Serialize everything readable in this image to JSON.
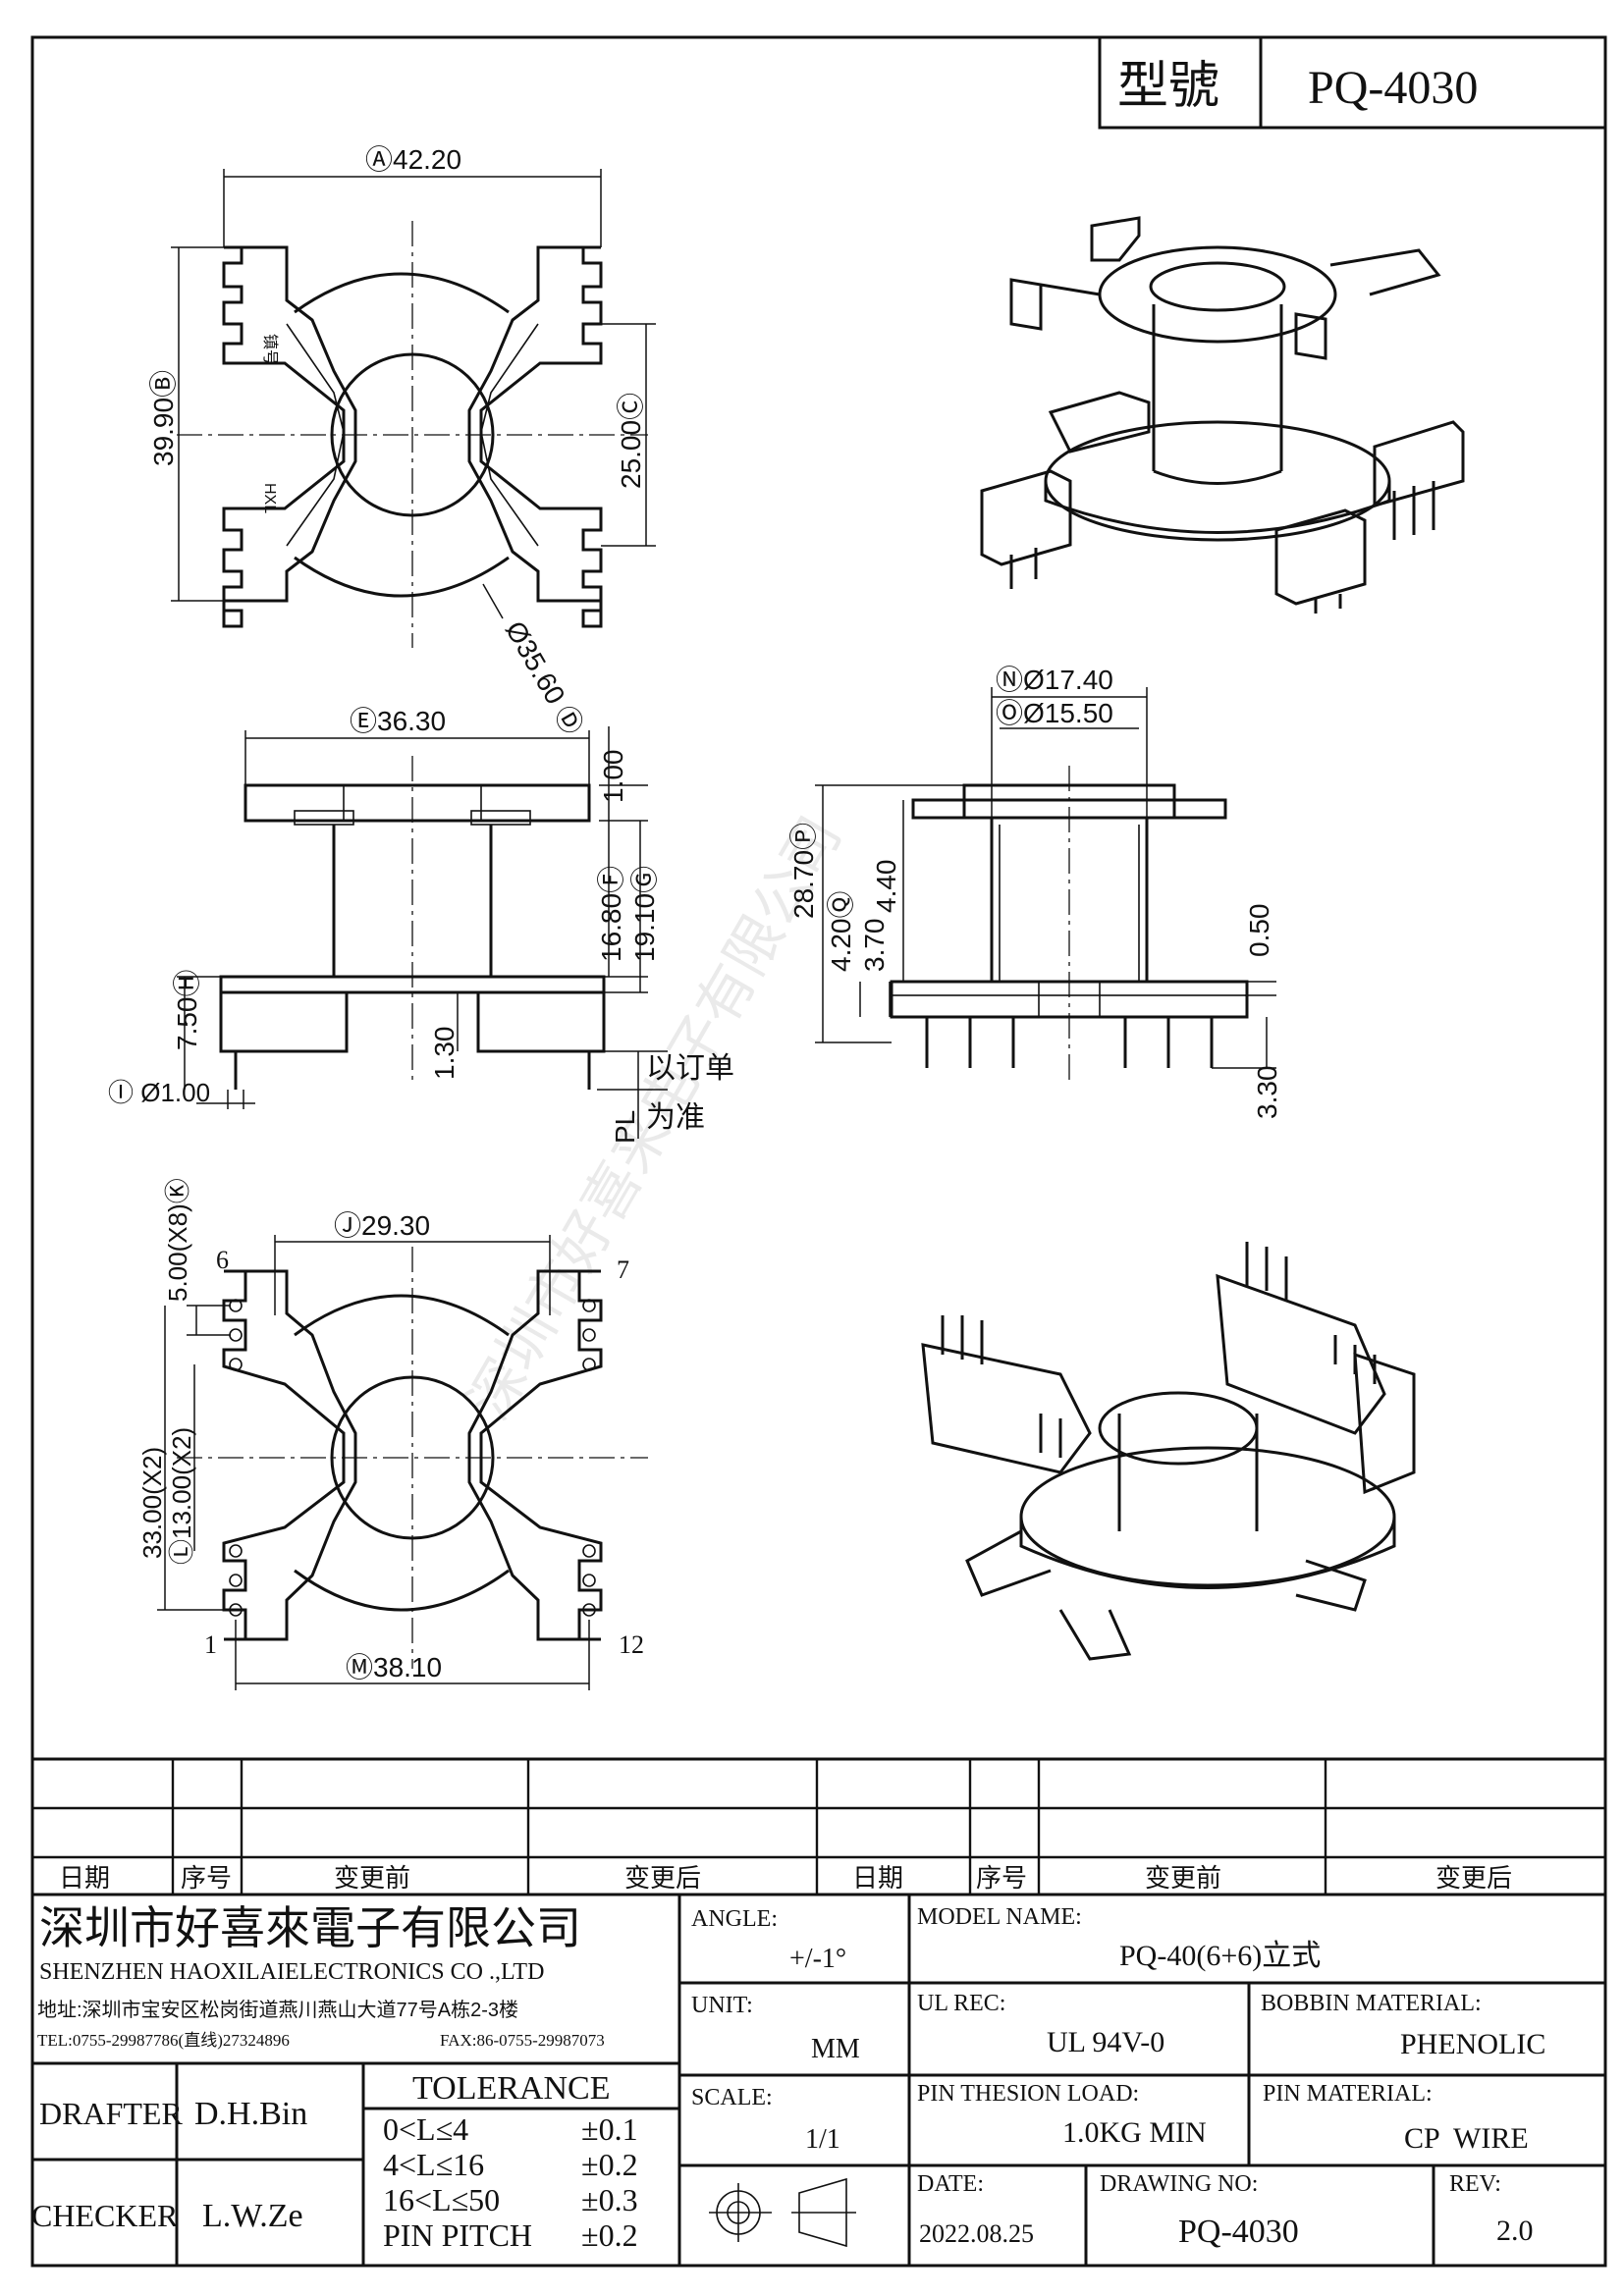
{
  "header": {
    "model_label": "型號",
    "model_value": "PQ-4030"
  },
  "dims": {
    "a": "Ⓐ42.20",
    "b": "39.90Ⓑ",
    "c": "25.00Ⓒ",
    "d": "Ø35.60 Ⓓ",
    "e": "Ⓔ36.30",
    "e_top": "1.00",
    "f": "16.80Ⓕ",
    "g": "19.10Ⓖ",
    "h": "7.50Ⓗ",
    "h2": "1.30",
    "i": "Ⓘ Ø1.00",
    "pl": "PL",
    "pl_note1": "以订单",
    "pl_note2": "为准",
    "n": "ⓃØ17.40",
    "o": "ⓄØ15.50",
    "p": "28.70Ⓟ",
    "q": "4.20Ⓠ",
    "q2": "3.70",
    "r": "4.40",
    "s": "0.50",
    "t": "3.30",
    "k": "5.00(X8)Ⓚ",
    "j": "Ⓙ29.30",
    "l1": "33.00(X2)",
    "l2": "Ⓛ13.00(X2)",
    "m": "Ⓜ38.10",
    "pin1": "1",
    "pin6": "6",
    "pin7": "7",
    "pin12": "12",
    "mark_top": "镇号",
    "mark_bot": "HXL"
  },
  "watermark": "深圳市好喜来电子有限公司",
  "revision_table": {
    "headers": [
      "日期",
      "序号",
      "变更前",
      "变更后",
      "日期",
      "序号",
      "变更前",
      "变更后"
    ]
  },
  "title_block": {
    "company_cn": "深圳市好喜來電子有限公司",
    "company_en": "SHENZHEN HAOXILAIELECTRONICS CO .,LTD",
    "address": "地址:深圳市宝安区松岗街道燕川燕山大道77号A栋2-3楼",
    "tel": "TEL:0755-29987786(直线)27324896",
    "fax": "FAX:86-0755-29987073",
    "drafter_label": "DRAFTER",
    "drafter": "D.H.Bin",
    "checker_label": "CHECKER",
    "checker": "L.W.Ze",
    "tolerance_title": "TOLERANCE",
    "tolerances": [
      {
        "range": "0<L≤4",
        "value": "±0.1"
      },
      {
        "range": "4<L≤16",
        "value": "±0.2"
      },
      {
        "range": "16<L≤50",
        "value": "±0.3"
      },
      {
        "range": "PIN PITCH",
        "value": "±0.2"
      }
    ],
    "angle_label": "ANGLE:",
    "angle": "+/-1°",
    "unit_label": "UNIT:",
    "unit": "MM",
    "scale_label": "SCALE:",
    "scale": "1/1",
    "model_name_label": "MODEL NAME:",
    "model_name": "PQ-40(6+6)立式",
    "ul_rec_label": "UL REC:",
    "ul_rec": "UL 94V-0",
    "bobbin_material_label": "BOBBIN MATERIAL:",
    "bobbin_material": "PHENOLIC",
    "pin_thesion_label": "PIN THESION LOAD:",
    "pin_thesion": "1.0KG MIN",
    "pin_material_label": "PIN MATERIAL:",
    "pin_material": "CP  WIRE",
    "date_label": "DATE:",
    "date": "2022.08.25",
    "drawing_no_label": "DRAWING NO:",
    "drawing_no": "PQ-4030",
    "rev_label": "REV:",
    "rev": "2.0"
  }
}
